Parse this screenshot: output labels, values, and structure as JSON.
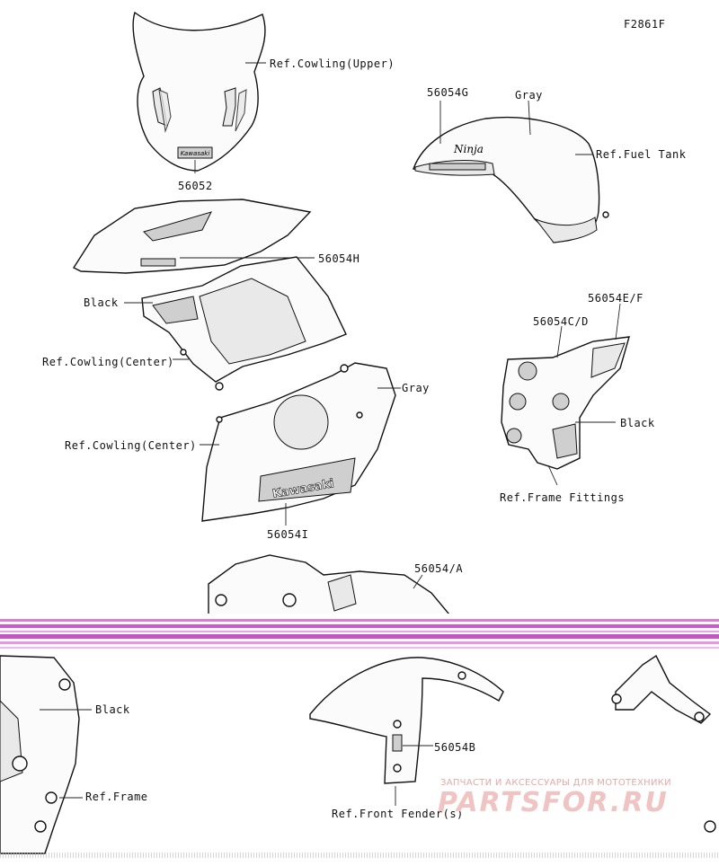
{
  "figure_code": "F2861F",
  "callouts": {
    "ref_cowling_upper": "Ref.Cowling(Upper)",
    "p56052": "56052",
    "p56054g": "56054G",
    "gray_tank": "Gray",
    "ref_fuel_tank": "Ref.Fuel Tank",
    "p56054h": "56054H",
    "black_cowl": "Black",
    "ref_cowling_center_1": "Ref.Cowling(Center)",
    "gray_lower": "Gray",
    "ref_cowling_center_2": "Ref.Cowling(Center)",
    "p56054i": "56054I",
    "p56054ef": "56054E/F",
    "p56054cd": "56054C/D",
    "black_fittings": "Black",
    "ref_frame_fittings": "Ref.Frame Fittings",
    "p56054a": "56054/A",
    "black_frame": "Black",
    "ref_frame": "Ref.Frame",
    "p56054b": "56054B",
    "ref_front_fender": "Ref.Front Fender(s)"
  },
  "decal_text": {
    "kawasaki_upper": "Kawasaki",
    "kawasaki_lower": "Kawasaki",
    "ninja_tank": "Ninja"
  },
  "watermark": {
    "tagline": "ЗАПЧАСТИ И АКСЕССУАРЫ ДЛЯ МОТОТЕХНИКИ",
    "brand": "PARTSFOR.RU"
  },
  "colors": {
    "line": "#111111",
    "glitch": "#c43cc4",
    "watermark": "#e3aaa8"
  }
}
